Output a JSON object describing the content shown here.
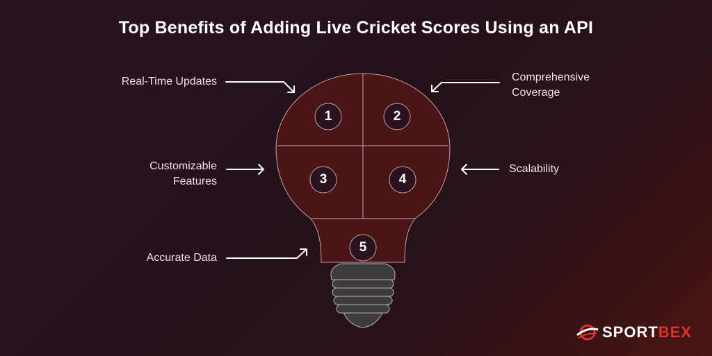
{
  "title": "Top Benefits of Adding Live Cricket Scores Using an API",
  "benefits": [
    {
      "number": "1",
      "label": "Real-Time Updates"
    },
    {
      "number": "2",
      "label_line1": "Comprehensive",
      "label_line2": "Coverage"
    },
    {
      "number": "3",
      "label_line1": "Customizable",
      "label_line2": "Features"
    },
    {
      "number": "4",
      "label": "Scalability"
    },
    {
      "number": "5",
      "label": "Accurate Data"
    }
  ],
  "logo": {
    "part1": "SPORT",
    "part2": "BEX",
    "icon": "globe-swoosh-icon"
  },
  "colors": {
    "bulb_fill": "#4a1517",
    "base_fill": "#3e3d3b",
    "accent": "#e0312b",
    "circle_fill": "#2a1220"
  }
}
